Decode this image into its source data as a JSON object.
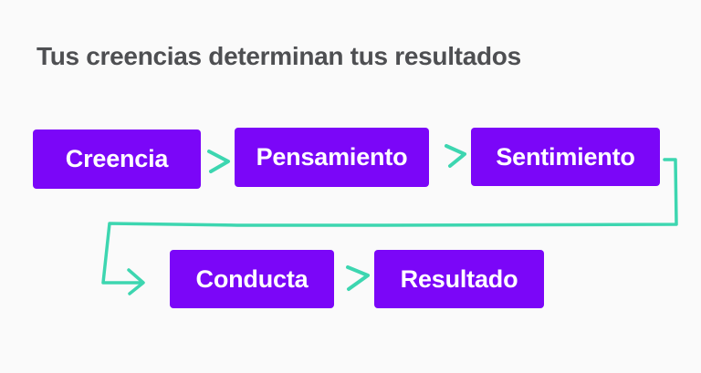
{
  "title": "Tus creencias determinan tus resultados",
  "colors": {
    "background": "#fafafa",
    "title_text": "#4e4f52",
    "box_fill": "#7b06f8",
    "box_text": "#ffffff",
    "arrow": "#3dd6b0"
  },
  "flow": {
    "steps": [
      {
        "label": "Creencia"
      },
      {
        "label": "Pensamiento"
      },
      {
        "label": "Sentimiento"
      },
      {
        "label": "Conducta"
      },
      {
        "label": "Resultado"
      }
    ],
    "connections": [
      {
        "from": "Creencia",
        "to": "Pensamiento",
        "icon": "chevron-right-icon"
      },
      {
        "from": "Pensamiento",
        "to": "Sentimiento",
        "icon": "chevron-right-icon"
      },
      {
        "from": "Sentimiento",
        "to": "Conducta",
        "icon": "elbow-arrow-icon"
      },
      {
        "from": "Conducta",
        "to": "Resultado",
        "icon": "chevron-right-icon"
      }
    ]
  }
}
